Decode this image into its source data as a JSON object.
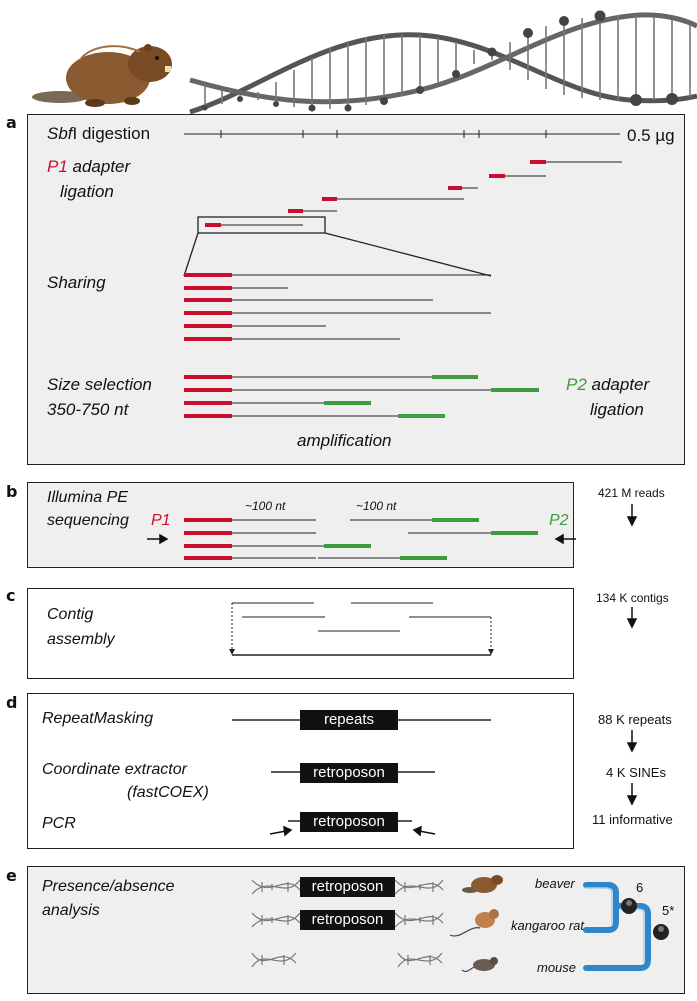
{
  "panels": {
    "a": {
      "letter": "a",
      "digestion": "SbfI digestion",
      "digestion_enzyme": "Sbf",
      "digestion_suffix": "I digestion",
      "amount": "0.5 µg",
      "p1": "P1",
      "adapter_word": " adapter",
      "ligation": "ligation",
      "sharing": "Sharing",
      "size_selection": "Size selection",
      "size_range": "350-750 nt",
      "p2": "P2",
      "p2_adapter": " adapter",
      "p2_ligation": "ligation",
      "amplification": "amplification"
    },
    "b": {
      "letter": "b",
      "line1": "Illumina PE",
      "line2": "sequencing",
      "p1": "P1",
      "p2": "P2",
      "read_len_1": "~100 nt",
      "read_len_2": "~100 nt",
      "count": "421 M reads"
    },
    "c": {
      "letter": "c",
      "line1": "Contig",
      "line2": "assembly",
      "count": "134 K contigs"
    },
    "d": {
      "letter": "d",
      "repeat_masking": "RepeatMasking",
      "repeats_box": "repeats",
      "coord_extractor": "Coordinate extractor",
      "fastcoex": "(fastCOEX)",
      "retroposon_box_1": "retroposon",
      "pcr": "PCR",
      "retroposon_box_2": "retroposon",
      "count_repeats": "88 K repeats",
      "count_sines": "4 K SINEs",
      "count_informative": "11 informative"
    },
    "e": {
      "letter": "e",
      "line1": "Presence/absence",
      "line2": "analysis",
      "retroposon_1": "retroposon",
      "retroposon_2": "retroposon",
      "species": [
        "beaver",
        "kangaroo rat",
        "mouse"
      ],
      "node_1": "6",
      "node_2": "5*"
    }
  },
  "colors": {
    "p1_red": "#c8102e",
    "p2_green": "#3f9b3f",
    "panel_gray": "#efefef",
    "tree_blue": "#2f86c8"
  },
  "icons": [
    "beaver-illustration",
    "dna-helix-banner",
    "kangaroo-rat-illustration",
    "mouse-illustration",
    "dna-helix-icon",
    "arrow-icon"
  ]
}
